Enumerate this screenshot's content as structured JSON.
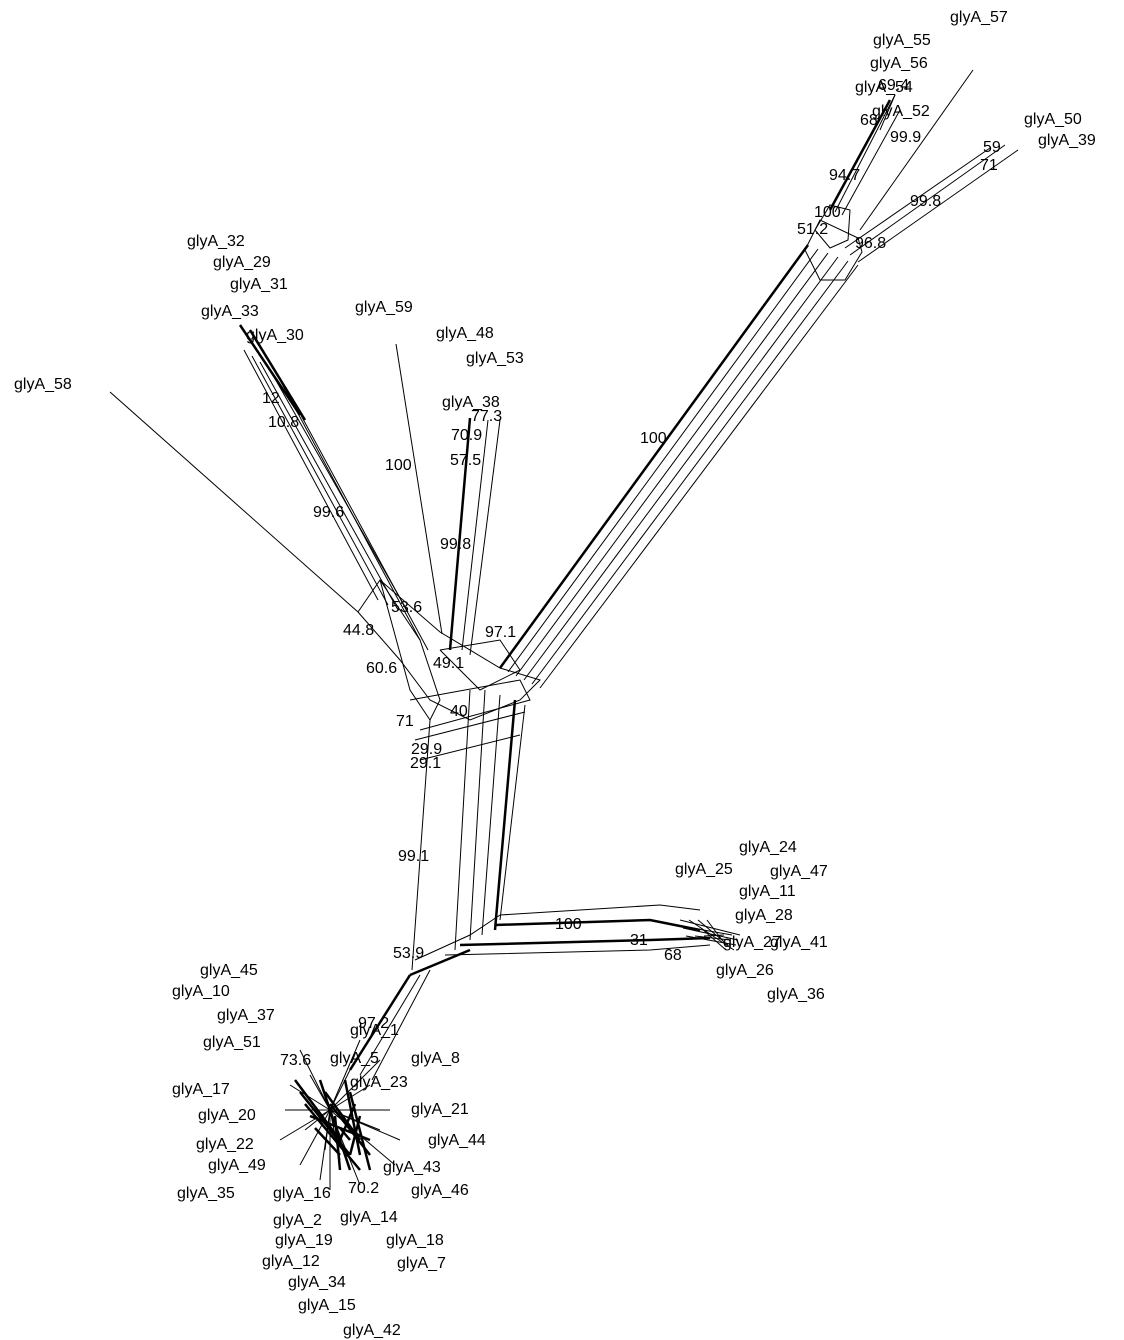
{
  "diagram": {
    "type": "split-network",
    "taxa": [
      "glyA_57",
      "glyA_55",
      "glyA_56",
      "glyA_54",
      "glyA_52",
      "glyA_50",
      "glyA_39",
      "glyA_32",
      "glyA_29",
      "glyA_31",
      "glyA_33",
      "glyA_30",
      "glyA_59",
      "glyA_48",
      "glyA_53",
      "glyA_38",
      "glyA_58",
      "glyA_24",
      "glyA_25",
      "glyA_47",
      "glyA_11",
      "glyA_28",
      "glyA_41",
      "glyA_26",
      "glyA_36",
      "glyA_27",
      "glyA_45",
      "glyA_10",
      "glyA_37",
      "glyA_51",
      "glyA_1",
      "glyA_5",
      "glyA_8",
      "glyA_17",
      "glyA_23",
      "glyA_20",
      "glyA_21",
      "glyA_22",
      "glyA_44",
      "glyA_49",
      "glyA_43",
      "glyA_35",
      "glyA_16",
      "glyA_46",
      "glyA_2",
      "glyA_14",
      "glyA_19",
      "glyA_18",
      "glyA_12",
      "glyA_7",
      "glyA_34",
      "glyA_15",
      "glyA_42"
    ],
    "support_values": [
      "69.4",
      "68",
      "99.9",
      "94.7",
      "100",
      "51.2",
      "99.8",
      "59",
      "71",
      "96.8",
      "100",
      "99.6",
      "100",
      "53.6",
      "44.8",
      "60.6",
      "71",
      "99.8",
      "77.3",
      "70.9",
      "57.5",
      "49.1",
      "97.1",
      "29.9",
      "29.1",
      "99.1",
      "100",
      "53.9",
      "97.2",
      "73.6",
      "70.2",
      "31",
      "68",
      "40",
      "10.8",
      "12"
    ]
  }
}
